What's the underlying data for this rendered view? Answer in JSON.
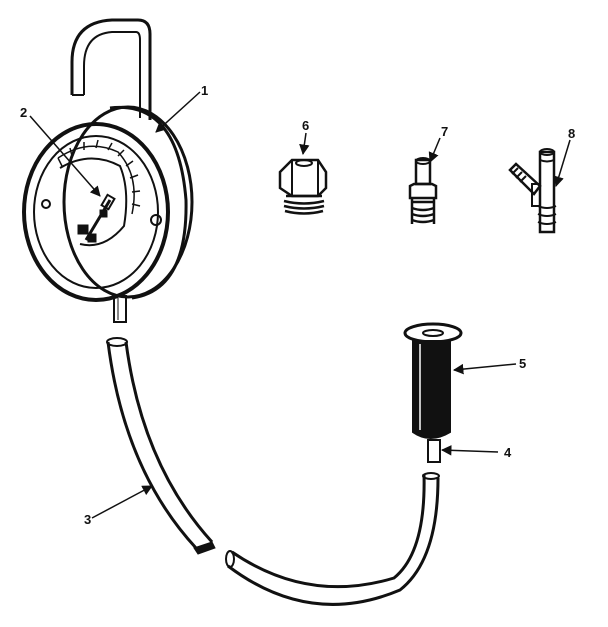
{
  "diagram": {
    "callouts": [
      {
        "id": "1",
        "text": "1",
        "part": "pressure-gauge"
      },
      {
        "id": "2",
        "text": "2",
        "part": "gauge-needle"
      },
      {
        "id": "3",
        "text": "3",
        "part": "hose"
      },
      {
        "id": "4",
        "text": "4",
        "part": "hose-fitting"
      },
      {
        "id": "5",
        "text": "5",
        "part": "sleeve"
      },
      {
        "id": "6",
        "text": "6",
        "part": "hex-adapter"
      },
      {
        "id": "7",
        "text": "7",
        "part": "nipple-adapter"
      },
      {
        "id": "8",
        "text": "8",
        "part": "tee-adapter"
      }
    ]
  },
  "colors": {
    "ink": "#111111",
    "paper": "#ffffff"
  }
}
